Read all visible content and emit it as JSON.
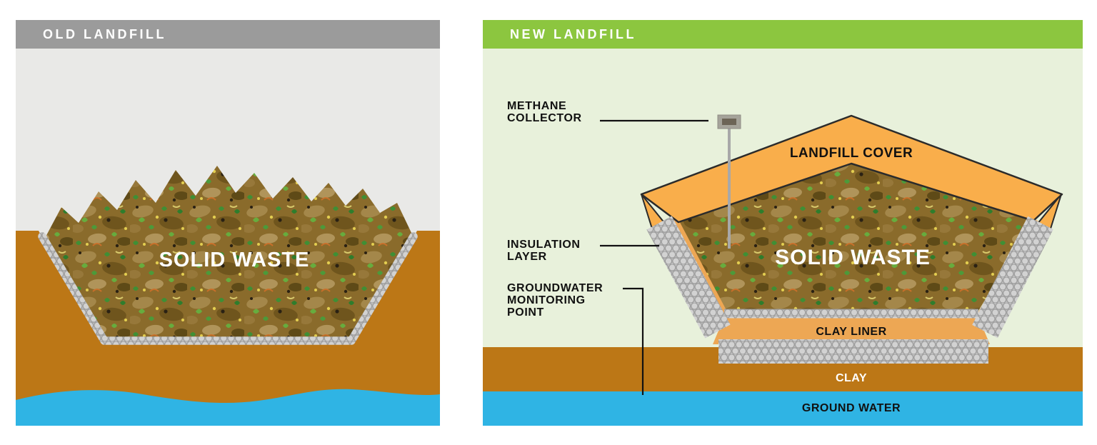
{
  "left": {
    "title": "OLD LANDFILL",
    "waste_label": "SOLID WASTE"
  },
  "right": {
    "title": "NEW LANDFILL",
    "waste_label": "SOLID WASTE",
    "cover_label": "LANDFILL COVER",
    "clay_liner_label": "CLAY LINER",
    "clay_label": "CLAY",
    "ground_water_label": "GROUND WATER",
    "callouts": {
      "methane_collector": "METHANE\nCOLLECTOR",
      "insulation_layer": "INSULATION\nLAYER",
      "groundwater_monitoring": "GROUNDWATER\nMONITORING\nPOINT"
    }
  },
  "colors": {
    "header_gray": "#9B9B9B",
    "header_green": "#8CC63F",
    "left_bg": "#E9E9E7",
    "right_bg": "#E8F1DB",
    "ground_brown": "#BC7716",
    "water_blue": "#2FB4E4",
    "cover_orange": "#F9AE4B",
    "liner_orange": "#EDA754",
    "gravel_gray": "#D2D2D2",
    "waste_base": "#8A6B2B",
    "label_black": "#111111"
  }
}
